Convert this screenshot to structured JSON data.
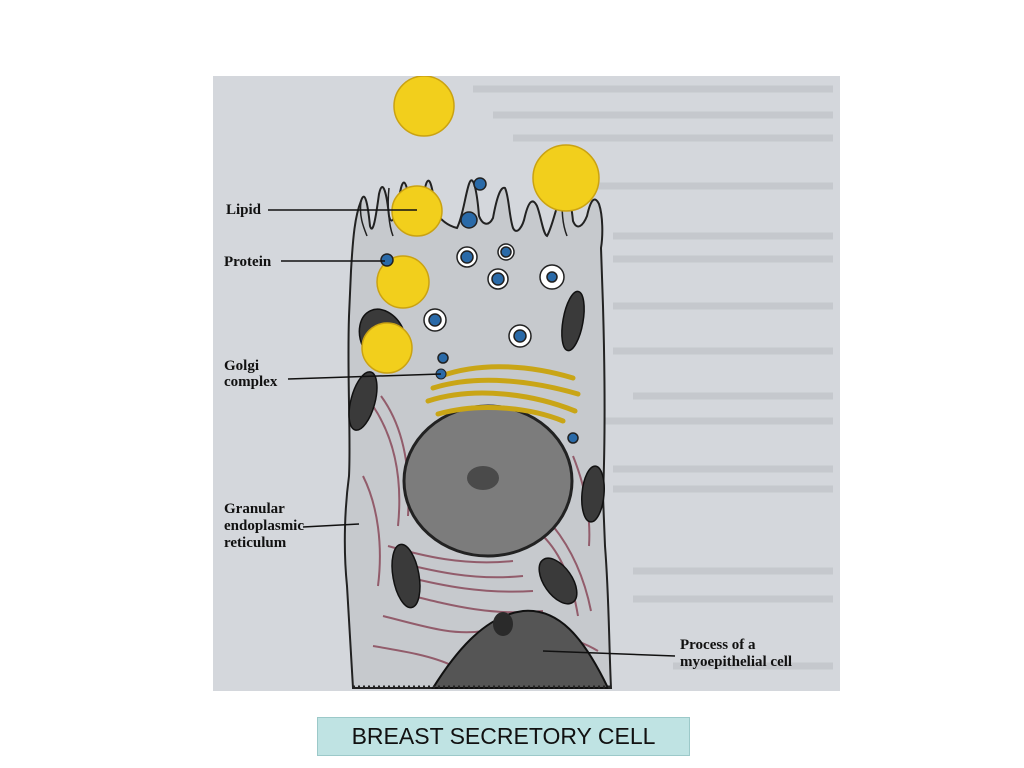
{
  "figure": {
    "labels": {
      "lipid": "Lipid",
      "protein": "Protein",
      "golgi_1": "Golgi",
      "golgi_2": "complex",
      "rer_1": "Granular",
      "rer_2": "endoplasmic",
      "rer_3": "reticulum",
      "myo_1": "Process of a",
      "myo_2": "myoepithelial cell"
    }
  },
  "caption": "BREAST SECRETORY CELL",
  "colors": {
    "background": "#ffffff",
    "figure_bg": "#d4d7dc",
    "cytoplasm": "#c6c9cd",
    "lipid": "#f2cf1c",
    "protein": "#2a6aa8",
    "nucleus": "#7c7c7c",
    "caption_bg": "#bfe3e3"
  }
}
